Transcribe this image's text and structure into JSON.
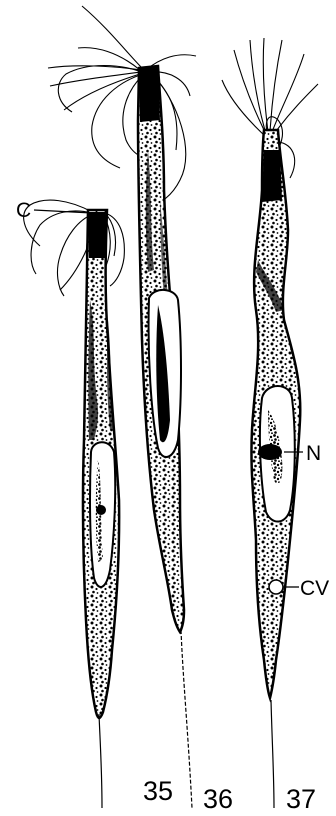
{
  "figure": {
    "labels": {
      "c": "C",
      "n": "N",
      "cv": "CV"
    },
    "cells": [
      {
        "number": "35"
      },
      {
        "number": "36"
      },
      {
        "number": "37"
      }
    ]
  },
  "colors": {
    "ink": "#000000",
    "background": "#ffffff"
  }
}
